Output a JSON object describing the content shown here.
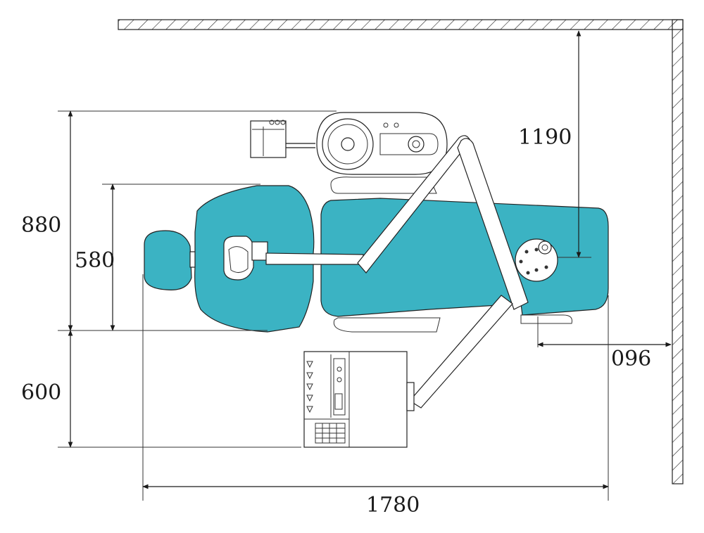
{
  "dimensions": {
    "top_clearance": "1190",
    "overall_width": "880",
    "seat_width": "580",
    "side_clearance": "600",
    "right_clearance": "096",
    "overall_length": "1780"
  },
  "colors": {
    "chair": "#3bb3c3",
    "line": "#1a1a1a",
    "background": "#ffffff"
  }
}
